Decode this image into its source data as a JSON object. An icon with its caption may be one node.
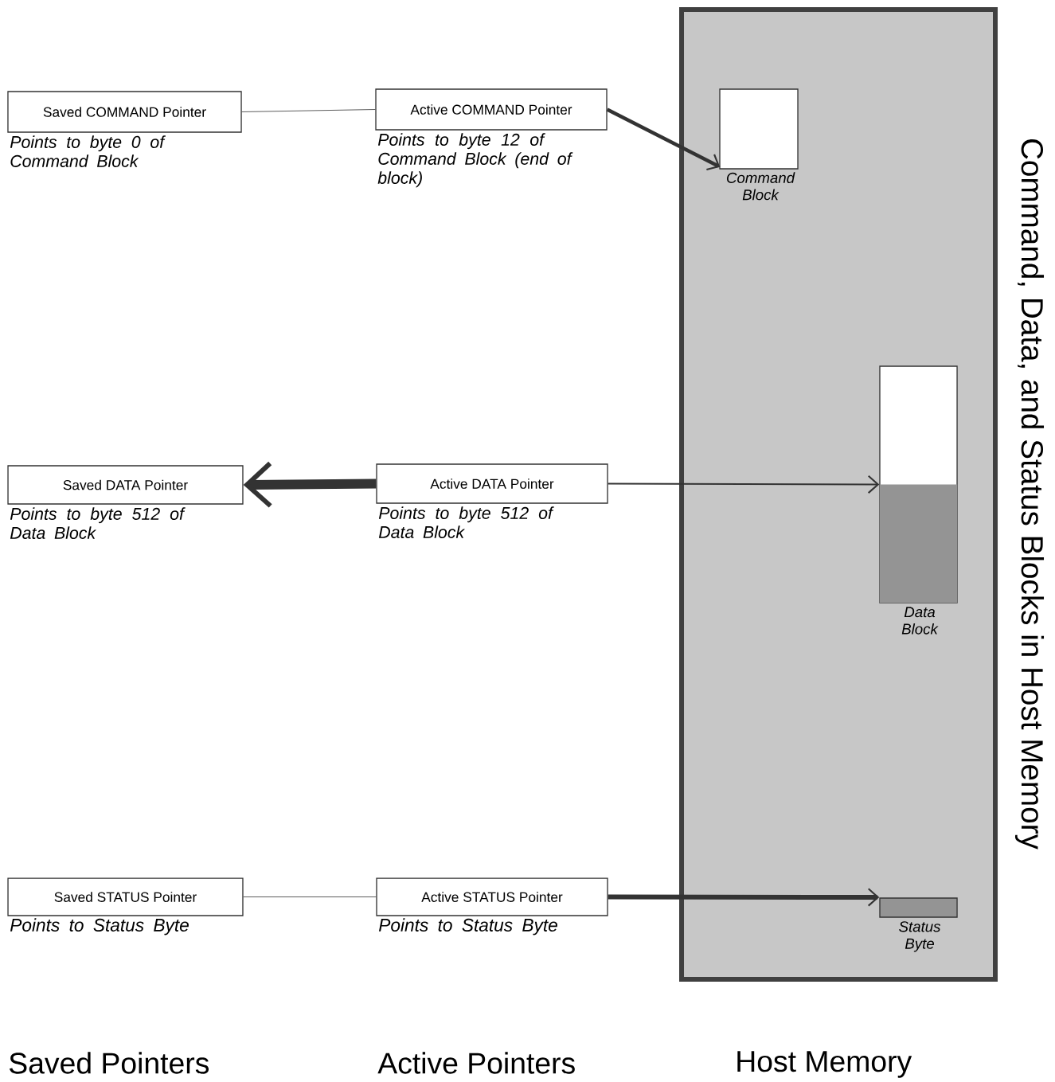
{
  "diagram": {
    "title": "Command, Data, and Status Blocks in Host Memory",
    "nodes": [
      {
        "text": [
          "Saved COMMAND Pointer"
        ],
        "beside": [
          "Points to byte 0 of Command Block"
        ]
      },
      {
        "text": [
          "Active COMMAND Pointer"
        ],
        "beside": [
          "Points to byte 12 of Command Block (end of block)"
        ]
      },
      {
        "text": [],
        "shape": "box"
      },
      {
        "text": [],
        "shape": "box",
        "in": 2,
        "beside": [
          "Command Block"
        ]
      },
      {
        "text": [
          "Saved DATA Pointer"
        ],
        "beside": [
          "Points to byte 512 of Data Block"
        ]
      },
      {
        "text": [
          "Active DATA Pointer"
        ],
        "beside": [
          "Points to byte 512 of Data Block"
        ]
      },
      {
        "text": [],
        "shape": "box",
        "in": 2,
        "beside": [
          "Data Block"
        ]
      },
      {
        "text": [
          "Saved STATUS Pointer"
        ],
        "beside": [
          "Points to Status Byte"
        ]
      },
      {
        "text": [
          "Active STATUS Pointer"
        ],
        "beside": [
          "Points to Status Byte"
        ]
      },
      {
        "text": [],
        "shape": "bar",
        "in": 2,
        "beside": [
          "Status Byte"
        ]
      }
    ],
    "edges": [
      {
        "from": 0,
        "to": 1,
        "arrow": "none"
      },
      {
        "from": 1,
        "to": 3,
        "arrow": "to",
        "style": "thick"
      },
      {
        "from": 5,
        "to": 4,
        "arrow": "to",
        "style": "thick"
      },
      {
        "from": 5,
        "to": 6,
        "arrow": "to"
      },
      {
        "from": 7,
        "to": 8,
        "arrow": "none"
      },
      {
        "from": 8,
        "to": 9,
        "arrow": "to",
        "style": "thick"
      }
    ],
    "labels": [
      "Saved Pointers",
      "Active Pointers",
      "Host Memory"
    ]
  }
}
